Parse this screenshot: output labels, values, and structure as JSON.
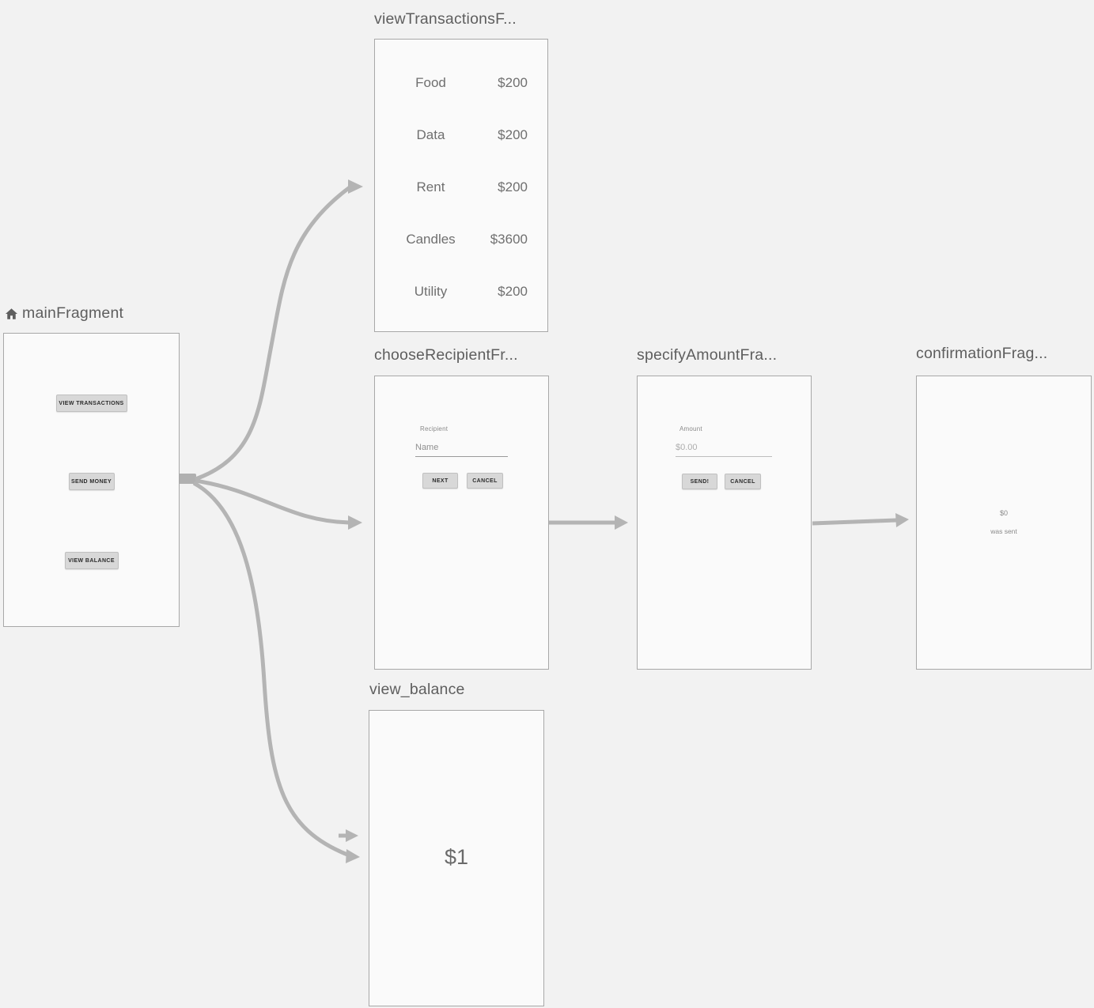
{
  "colors": {
    "canvas_bg": "#f2f2f2",
    "card_bg": "#fafafa",
    "card_border": "#a8a8a8",
    "arrow": "#b4b4b4",
    "title_text": "#5e5e5e"
  },
  "fragments": {
    "main": {
      "title": "mainFragment",
      "buttons": {
        "view_transactions": "VIEW TRANSACTIONS",
        "send_money": "SEND MONEY",
        "view_balance": "VIEW BALANCE"
      }
    },
    "view_transactions": {
      "title": "viewTransactionsF...",
      "rows": [
        {
          "label": "Food",
          "amount": "$200"
        },
        {
          "label": "Data",
          "amount": "$200"
        },
        {
          "label": "Rent",
          "amount": "$200"
        },
        {
          "label": "Candles",
          "amount": "$3600"
        },
        {
          "label": "Utility",
          "amount": "$200"
        }
      ]
    },
    "choose_recipient": {
      "title": "chooseRecipientFr...",
      "field_label": "Recipient",
      "input_placeholder": "Name",
      "next_button": "NEXT",
      "cancel_button": "CANCEL"
    },
    "specify_amount": {
      "title": "specifyAmountFra...",
      "field_label": "Amount",
      "input_placeholder": "$0.00",
      "send_button": "SEND!",
      "cancel_button": "CANCEL"
    },
    "confirmation": {
      "title": "confirmationFrag...",
      "amount": "$0",
      "message": "was sent"
    },
    "view_balance": {
      "title": "view_balance",
      "balance": "$1"
    }
  }
}
